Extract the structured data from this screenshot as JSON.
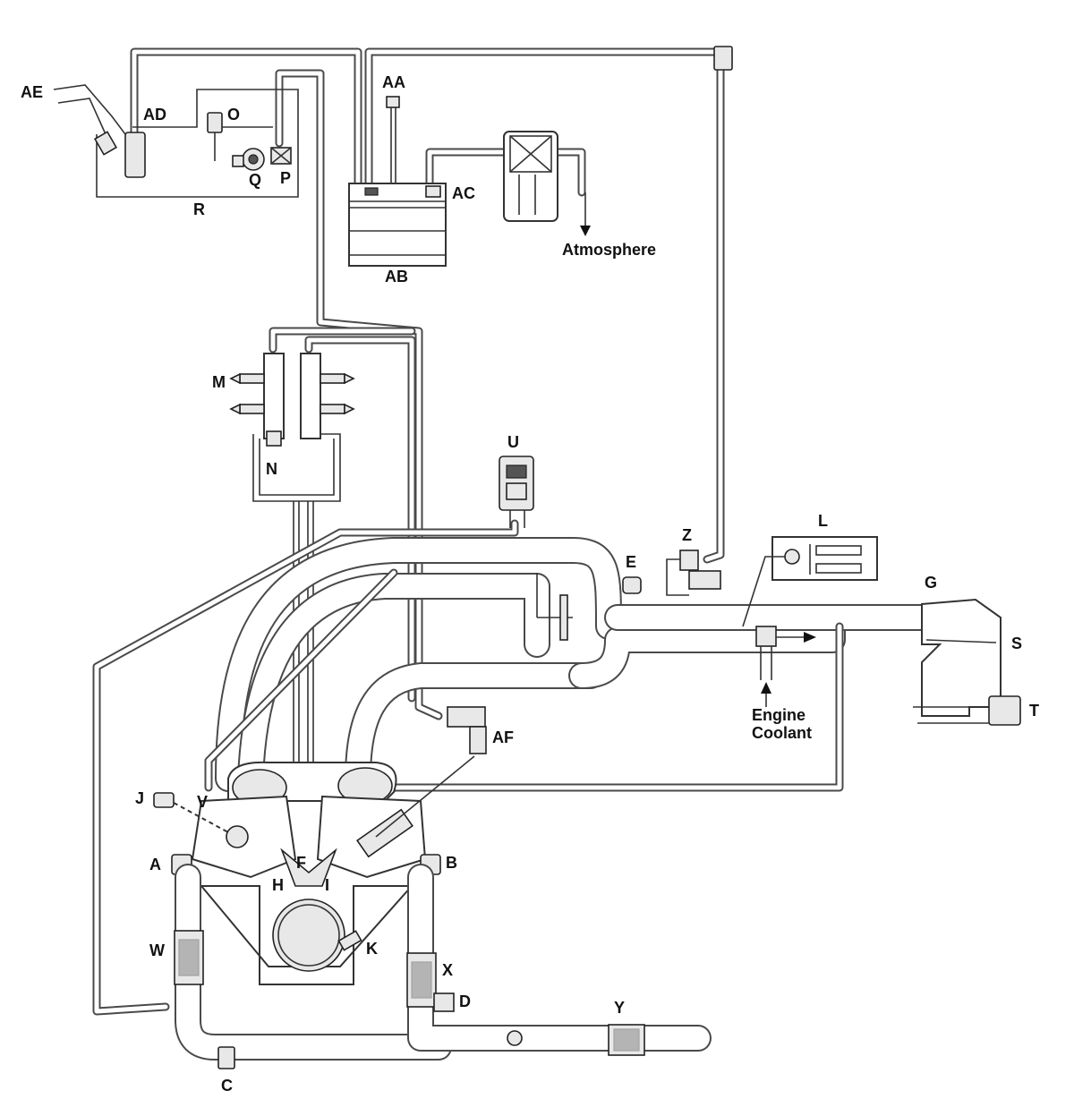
{
  "labels": {
    "A": "A",
    "B": "B",
    "C": "C",
    "D": "D",
    "E": "E",
    "F": "F",
    "G": "G",
    "H": "H",
    "I": "I",
    "J": "J",
    "K": "K",
    "L": "L",
    "M": "M",
    "N": "N",
    "O": "O",
    "P": "P",
    "Q": "Q",
    "R": "R",
    "S": "S",
    "T": "T",
    "U": "U",
    "V": "V",
    "W": "W",
    "X": "X",
    "Y": "Y",
    "Z": "Z",
    "AA": "AA",
    "AB": "AB",
    "AC": "AC",
    "AD": "AD",
    "AE": "AE",
    "AF": "AF"
  },
  "annotations": {
    "atmosphere": "Atmosphere",
    "engine_coolant_line1": "Engine",
    "engine_coolant_line2": "Coolant"
  },
  "colors": {
    "line": "#4a4a4a",
    "background": "#ffffff"
  }
}
